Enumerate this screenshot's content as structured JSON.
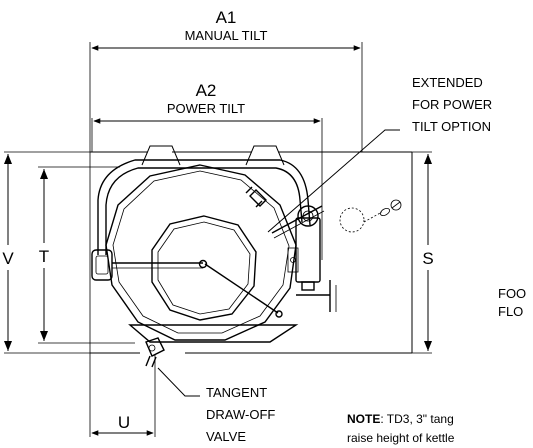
{
  "labels": {
    "a1": "A1",
    "a1_sub": "MANUAL TILT",
    "a2": "A2",
    "a2_sub": "POWER TILT",
    "extended_1": "EXTENDED",
    "extended_2": "FOR POWER",
    "extended_3": "TILT OPTION",
    "v": "V",
    "t": "T",
    "s": "S",
    "u": "U",
    "tangent_1": "TANGENT",
    "tangent_2": "DRAW-OFF",
    "tangent_3": "VALVE",
    "foo": "FOO",
    "flo": "FLO",
    "note_bold": "NOTE",
    "note_1": ": TD3, 3\" tang",
    "note_2": "raise height of kettle"
  }
}
